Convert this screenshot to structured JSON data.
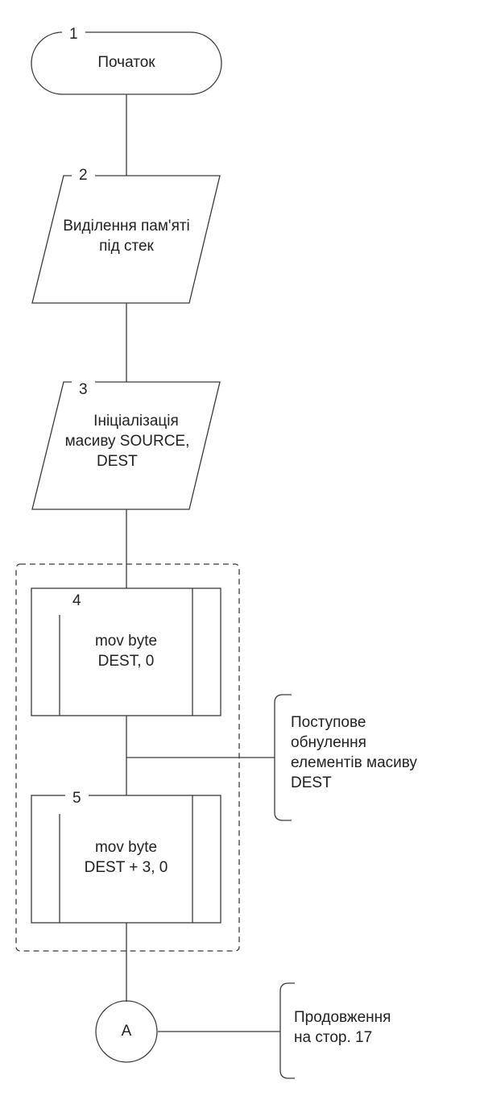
{
  "blocks": {
    "b1": {
      "number": "1",
      "text": "Початок"
    },
    "b2": {
      "number": "2",
      "line1": "Виділення пам'яті",
      "line2": "під стек"
    },
    "b3": {
      "number": "3",
      "line1": "Ініціалізація",
      "line2": "масиву SOURCE,",
      "line3": "DEST"
    },
    "b4": {
      "number": "4",
      "line1": "mov byte",
      "line2": "DEST, 0"
    },
    "b5": {
      "number": "5",
      "line1": "mov byte",
      "line2": "DEST + 3, 0"
    },
    "connector": {
      "text": "A"
    }
  },
  "comments": {
    "c1": {
      "line1": "Поступове",
      "line2": "обнулення",
      "line3": "елементів масиву",
      "line4": "DEST"
    },
    "c2": {
      "line1": "Продовження",
      "line2": "на стор. 17"
    }
  }
}
